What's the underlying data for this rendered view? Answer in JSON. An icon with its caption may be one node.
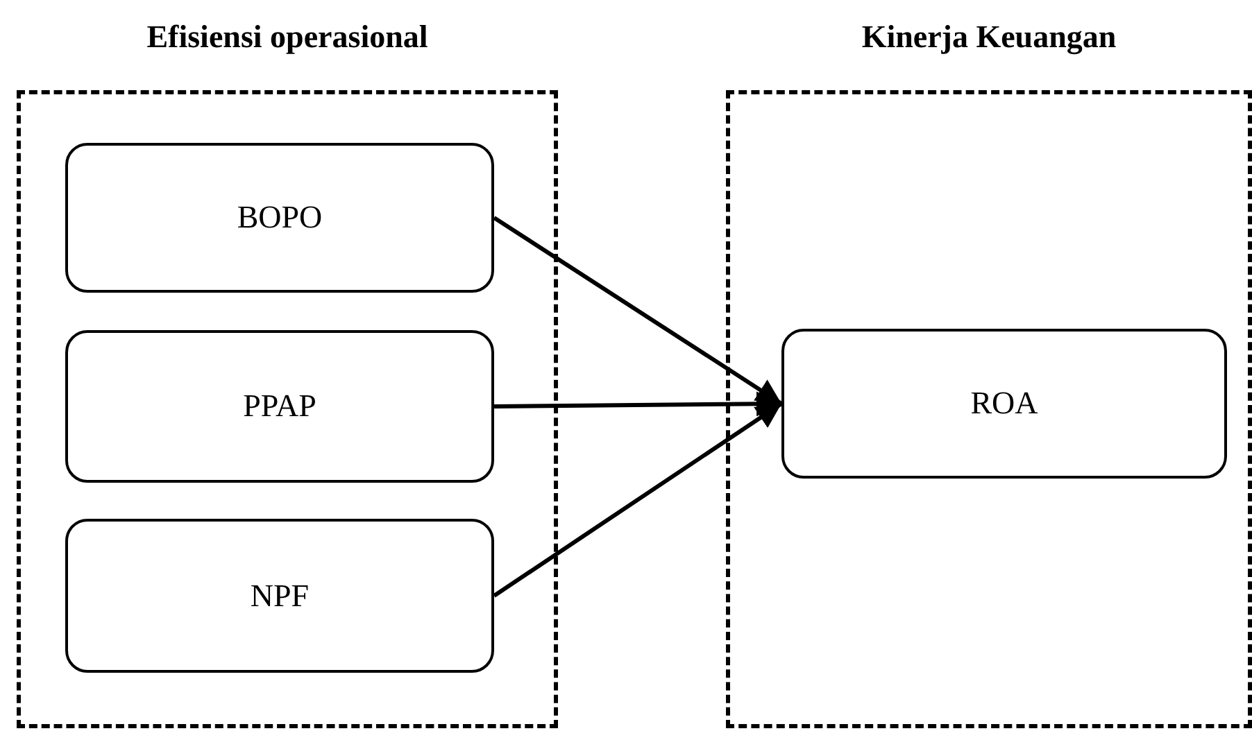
{
  "diagram": {
    "nodes": [
      {
        "text": [
          "Efisiensi operasional"
        ]
      },
      {
        "text": [
          "BOPO"
        ],
        "in": 0
      },
      {
        "text": [
          "PPAP"
        ],
        "in": 0
      },
      {
        "text": [
          "NPF"
        ],
        "in": 0
      },
      {
        "text": [
          "Kinerja Keuangan"
        ]
      },
      {
        "text": [
          "ROA"
        ],
        "in": 4
      }
    ],
    "edges": [
      {
        "from": 1,
        "to": 5,
        "arrow": "to"
      },
      {
        "from": 2,
        "to": 5,
        "arrow": "to"
      },
      {
        "from": 3,
        "to": 5,
        "arrow": "to"
      }
    ]
  }
}
